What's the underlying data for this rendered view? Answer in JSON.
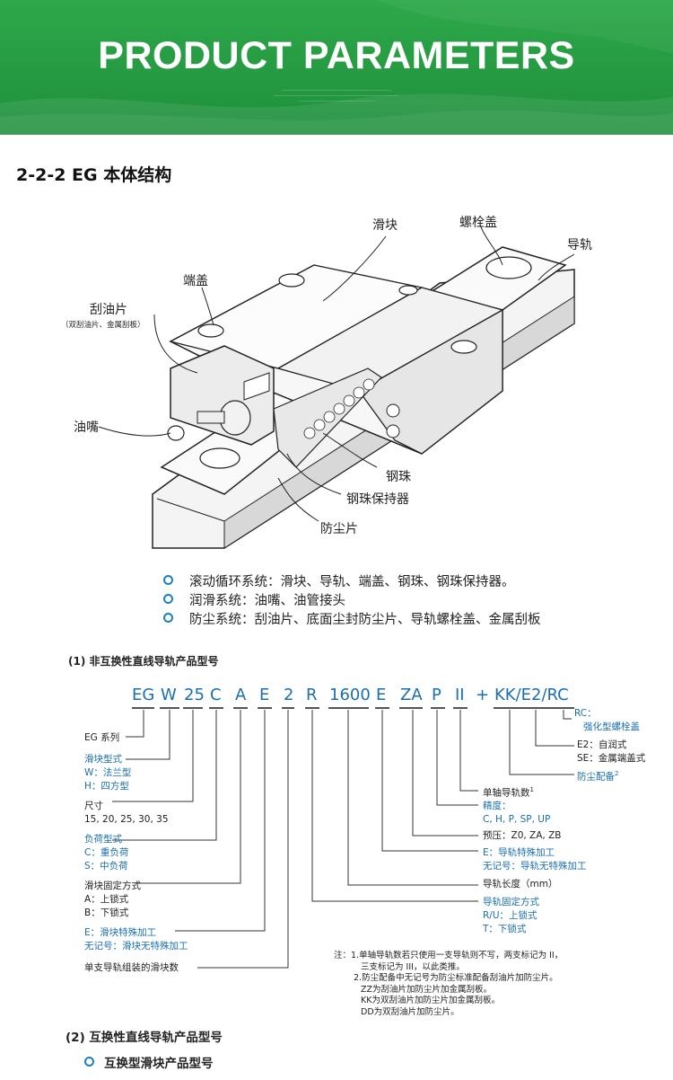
{
  "banner": {
    "title": "PRODUCT PARAMETERS",
    "colors": {
      "green": "#27a045",
      "blue": "#1a6fb0"
    }
  },
  "section": {
    "title": "2-2-2 EG 本体结构"
  },
  "figure": {
    "labels": {
      "slider": "滑块",
      "bolt_cap": "螺栓盖",
      "rail": "导轨",
      "end_cap": "端盖",
      "scraper": "刮油片",
      "scraper_note": "（双刮油片、金属刮板）",
      "grease_nipple": "油嘴",
      "ball": "钢珠",
      "retainer": "钢珠保持器",
      "seal": "防尘片"
    }
  },
  "bullets": [
    "滚动循环系统：滑块、导轨、端盖、钢珠、钢珠保持器。",
    "润滑系统：油嘴、油管接头",
    "防尘系统：刮油片、底面尘封防尘片、导轨螺栓盖、金属刮板"
  ],
  "model": {
    "heading": "(1) 非互换性直线导轨产品型号",
    "code": [
      "EG",
      "W",
      "25",
      "C",
      "A",
      "E",
      "2",
      "R",
      "1600",
      "E",
      "ZA",
      "P",
      "II",
      "+",
      "KK/E2/RC"
    ],
    "left_desc": {
      "series": "EG 系列",
      "block_type": "滑块型式",
      "block_w": "W：法兰型",
      "block_h": "H：四方型",
      "size": "尺寸",
      "size_values": "15, 20, 25, 30, 35",
      "load": "负荷型式",
      "load_c": "C：重负荷",
      "load_s": "S：中负荷",
      "mount": "滑块固定方式",
      "mount_a": "A：上锁式",
      "mount_b": "B：下锁式",
      "special_e": "E：滑块特殊加工",
      "special_none": "无记号：滑块无特殊加工",
      "blocks_per_rail": "单支导轨组装的滑块数"
    },
    "right_desc": {
      "rc": "RC：",
      "rc_desc": "强化型螺栓盖",
      "e2": "E2：自润式",
      "se": "SE：金属端盖式",
      "dust": "防尘配备",
      "rails_per_axis": "单轴导轨数",
      "precision": "精度：",
      "precision_values": "C, H, P, SP, UP",
      "preload": "预压：Z0, ZA, ZB",
      "rail_special_e": "E：导轨特殊加工",
      "rail_special_none": "无记号：导轨无特殊加工",
      "rail_length": "导轨长度（mm）",
      "rail_mount": "导轨固定方式",
      "rail_mount_ru": "R/U：上锁式",
      "rail_mount_t": "T：下锁式"
    },
    "notes": [
      "注：1.单轴导轨数若只使用一支导轨则不写，两支标记为 II，",
      "三支标记为 III，以此类推。",
      "2.防尘配备中无记号为防尘标准配备刮油片加防尘片。",
      "ZZ为刮油片加防尘片加金属刮板。",
      "KK为双刮油片加防尘片加金属刮板。",
      "DD为双刮油片加防尘片。"
    ]
  },
  "section2": {
    "heading": "(2) 互换性直线导轨产品型号",
    "item": "互换型滑块产品型号"
  }
}
